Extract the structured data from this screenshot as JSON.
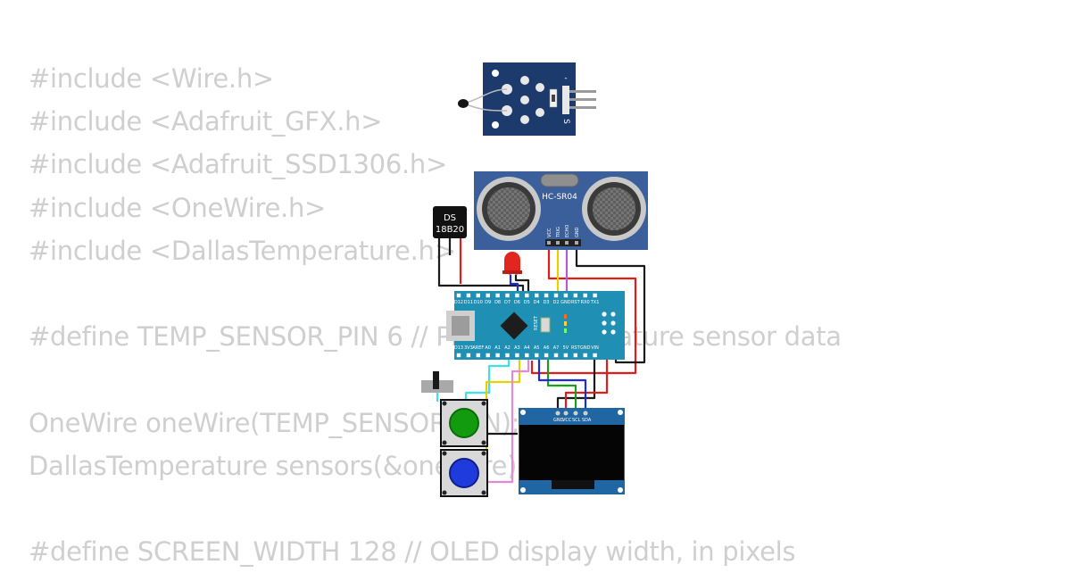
{
  "code_lines": [
    "#include <Wire.h>",
    "#include <Adafruit_GFX.h>",
    "#include <Adafruit_SSD1306.h>",
    "#include <OneWire.h>",
    "#include <DallasTemperature.h>",
    "",
    "#define TEMP_SENSOR_PIN 6 // Pin for temperature sensor data",
    "",
    "OneWire oneWire(TEMP_SENSOR_PIN);",
    "DallasTemperature sensors(&oneWire);",
    "",
    "#define SCREEN_WIDTH 128 // OLED display width, in pixels"
  ],
  "components": {
    "ds18b20": {
      "line1": "DS",
      "line2": "18B20"
    },
    "thermistor_module": {
      "pin_minus": "-",
      "pin_signal": "S"
    },
    "hc_sr04": {
      "title": "HC-SR04",
      "pins": [
        "VCC",
        "TRIG",
        "ECHO",
        "GND"
      ]
    },
    "arduino_nano": {
      "top_pins": [
        "D12",
        "D11",
        "D10",
        "D9",
        "D8",
        "D7",
        "D6",
        "D5",
        "D4",
        "D3",
        "D2",
        "GND",
        "RST",
        "RX0",
        "TX1"
      ],
      "bottom_pins": [
        "D13",
        "3V3",
        "AREF",
        "A0",
        "A1",
        "A2",
        "A3",
        "A4",
        "A5",
        "A6",
        "A7",
        "5V",
        "RST",
        "GND",
        "VIN"
      ],
      "reset_label": "RESET"
    },
    "oled": {
      "pins": [
        "GND",
        "VCC",
        "SCL",
        "SDA"
      ]
    }
  },
  "colors": {
    "code_text": "#cfcfcf",
    "board_blue": "#1f8fb4",
    "sensor_blue": "#3b5f9b",
    "module_navy": "#1c3a6b",
    "button_green": "#139b0f",
    "button_blue": "#1f3bdc",
    "led_red": "#e0261f",
    "wire_red": "#e01c1c",
    "wire_black": "#1a1a1a",
    "wire_cyan": "#3fe0e6",
    "wire_yellow": "#e6d100",
    "wire_violet": "#b05cd8",
    "wire_pink": "#e28ad6",
    "wire_green": "#1a9d1a",
    "wire_blue": "#1d2bd6"
  }
}
